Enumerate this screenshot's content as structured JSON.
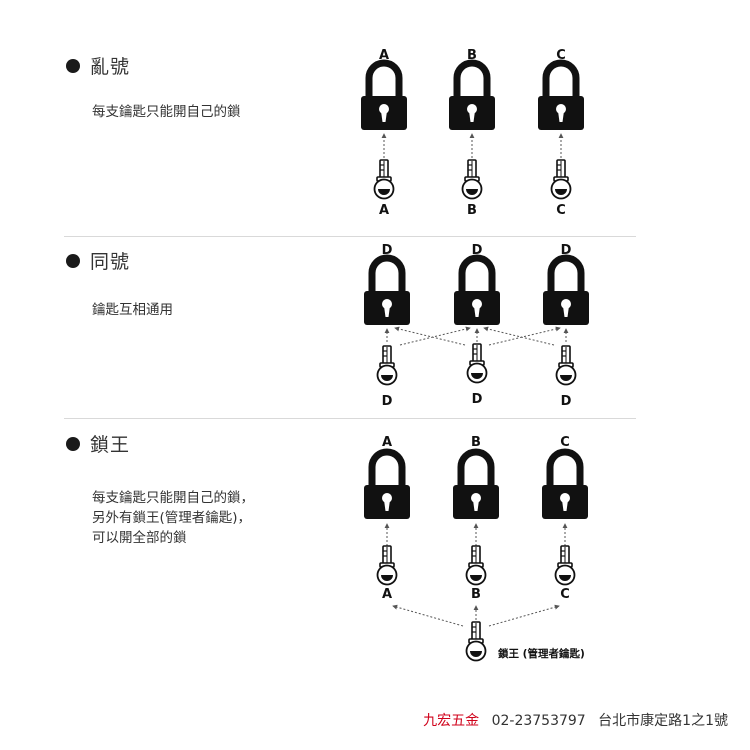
{
  "sections": [
    {
      "title": "亂號",
      "description": "每支鑰匙只能開自己的鎖",
      "lock_labels": [
        "A",
        "B",
        "C"
      ],
      "key_labels": [
        "A",
        "B",
        "C"
      ]
    },
    {
      "title": "同號",
      "description": "鑰匙互相通用",
      "lock_labels": [
        "D",
        "D",
        "D"
      ],
      "key_labels": [
        "D",
        "D",
        "D"
      ]
    },
    {
      "title": "鎖王",
      "description": "每支鑰匙只能開自己的鎖，\n另外有鎖王(管理者鑰匙)，\n可以開全部的鎖",
      "lock_labels": [
        "A",
        "B",
        "C"
      ],
      "key_labels": [
        "A",
        "B",
        "C"
      ],
      "master_key_label": "鎖王 (管理者鑰匙)"
    }
  ],
  "footer": {
    "brand": "九宏五金",
    "phone": "02-23753797",
    "address": "台北市康定路1之1號"
  },
  "colors": {
    "icon": "#111111",
    "brand": "#d0021b",
    "divider": "#d9d9d9",
    "arrow": "#555555"
  }
}
